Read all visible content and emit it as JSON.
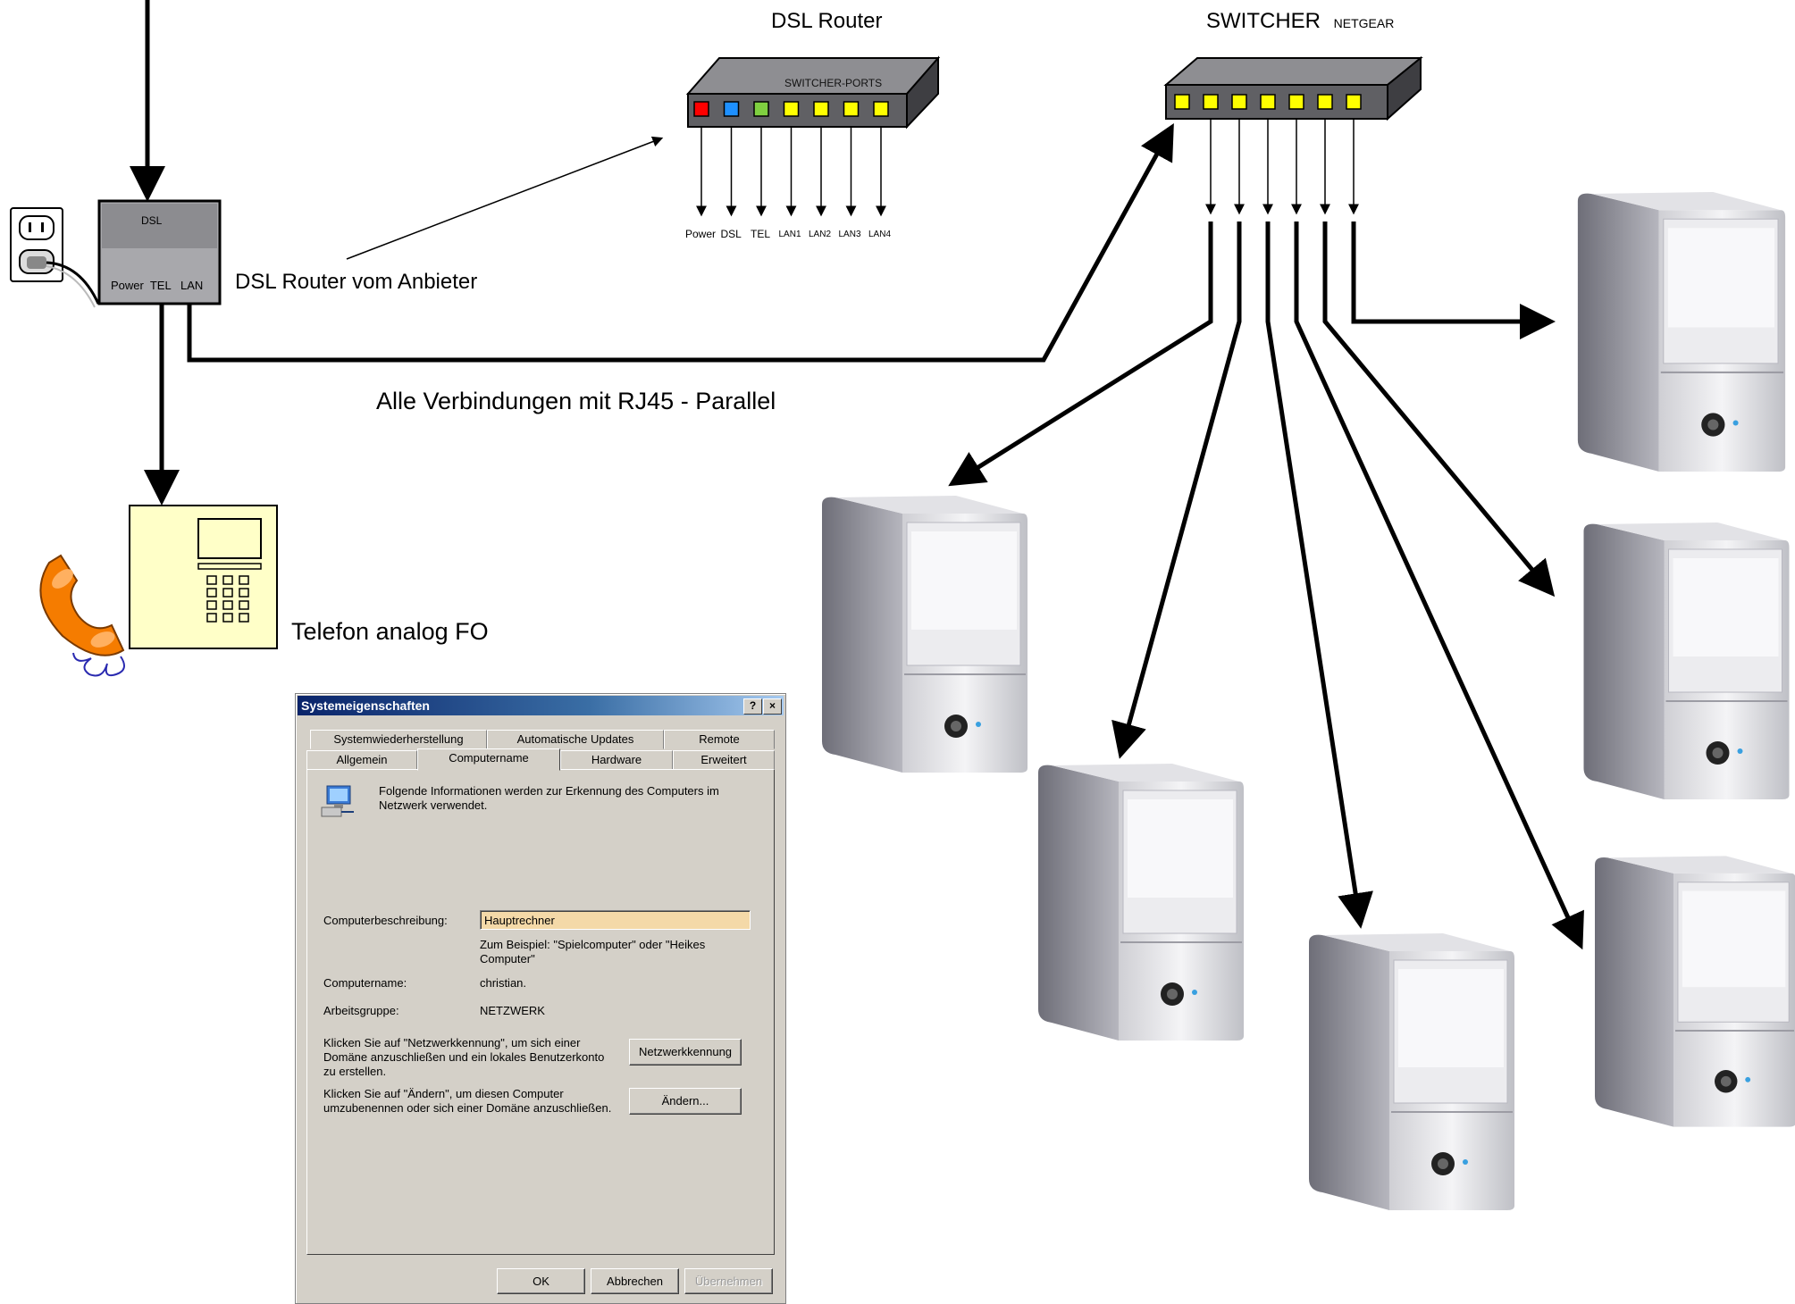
{
  "labels": {
    "dsl_router_title": "DSL Router",
    "switcher_title": "SWITCHER",
    "switcher_brand": "NETGEAR",
    "router_ports_label": "SWITCHER-PORTS",
    "router_ports": [
      "Power",
      "DSL",
      "TEL",
      "LAN1",
      "LAN2",
      "LAN3",
      "LAN4"
    ],
    "router_port_colors": [
      "#ff0000",
      "#1e90ff",
      "#7fd040",
      "#ffff00",
      "#ffff00",
      "#ffff00",
      "#ffff00"
    ],
    "modem_label": "DSL",
    "modem_ports": "Power  TEL   LAN",
    "modem_caption": "DSL Router vom Anbieter",
    "connections_caption": "Alle Verbindungen mit RJ45 - Parallel",
    "phone_caption": "Telefon analog FO"
  },
  "dialog": {
    "title": "Systemeigenschaften",
    "help_btn": "?",
    "close_btn": "×",
    "tabs_row1": [
      "Systemwiederherstellung",
      "Automatische Updates",
      "Remote"
    ],
    "tabs_row2": [
      "Allgemein",
      "Computername",
      "Hardware",
      "Erweitert"
    ],
    "active_tab": "Computername",
    "intro": "Folgende Informationen werden zur Erkennung des Computers im Netzwerk verwendet.",
    "desc_label": "Computerbeschreibung:",
    "desc_value": "Hauptrechner",
    "desc_hint": "Zum Beispiel: \"Spielcomputer\" oder \"Heikes Computer\"",
    "name_label": "Computername:",
    "name_value": "christian.",
    "group_label": "Arbeitsgruppe:",
    "group_value": "NETZWERK",
    "netid_text": "Klicken Sie auf \"Netzwerkkennung\", um sich einer Domäne anzuschließen und ein lokales Benutzerkonto zu erstellen.",
    "netid_button": "Netzwerkkennung",
    "change_text": "Klicken Sie auf \"Ändern\", um diesen Computer umzubenennen oder sich einer Domäne anzuschließen.",
    "change_button": "Ändern...",
    "ok_button": "OK",
    "cancel_button": "Abbrechen",
    "apply_button": "Übernehmen"
  }
}
